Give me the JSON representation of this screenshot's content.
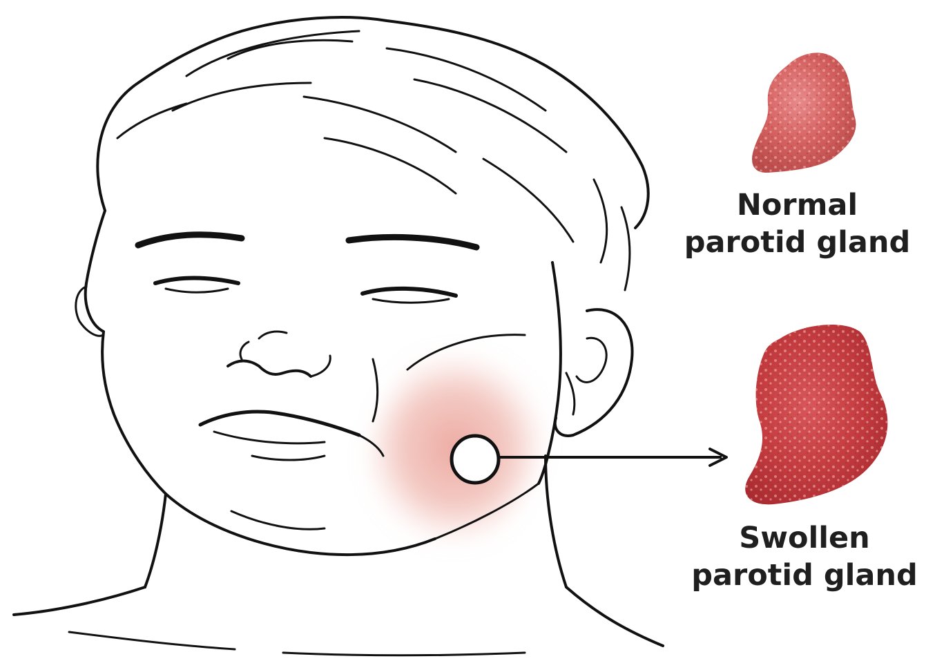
{
  "labels": {
    "normal": {
      "line1": "Normal",
      "line2": "parotid gland"
    },
    "swollen": {
      "line1": "Swollen",
      "line2": "parotid gland"
    }
  },
  "colors": {
    "line_art": "#111111",
    "gland_light": "#d9666a",
    "gland_dark": "#c0393e",
    "swelling_blush": "#e7968c",
    "label_text": "#1f1f1f"
  },
  "icons": {
    "normal_gland": "normal-parotid-gland-illustration",
    "swollen_gland": "swollen-parotid-gland-illustration",
    "face": "child-face-line-drawing",
    "pointer": "arrow-right-icon"
  }
}
